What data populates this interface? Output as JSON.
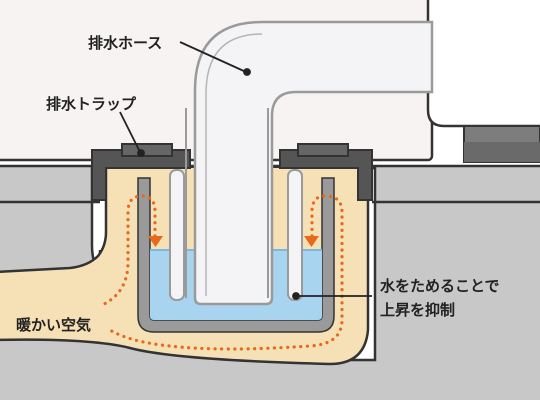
{
  "labels": {
    "drain_hose": "排水ホース",
    "drain_trap": "排水トラップ",
    "warm_air": "暖かい空気",
    "water_line1": "水をためることで",
    "water_line2": "上昇を抑制"
  },
  "colors": {
    "background": "#ffffff",
    "appliance_body": "#f8f3f3",
    "floor": "#c8c8c8",
    "trap_housing": "#555555",
    "pipe_fill": "#f4f4f6",
    "pipe_outline": "#9a9a9a",
    "warm_air_zone": "#f6e1b6",
    "water": "#a9d4f0",
    "airflow_dots": "#e66a1c",
    "leader_line": "#222222"
  },
  "icons": {
    "airflow_arrow": "down-triangle-icon"
  }
}
